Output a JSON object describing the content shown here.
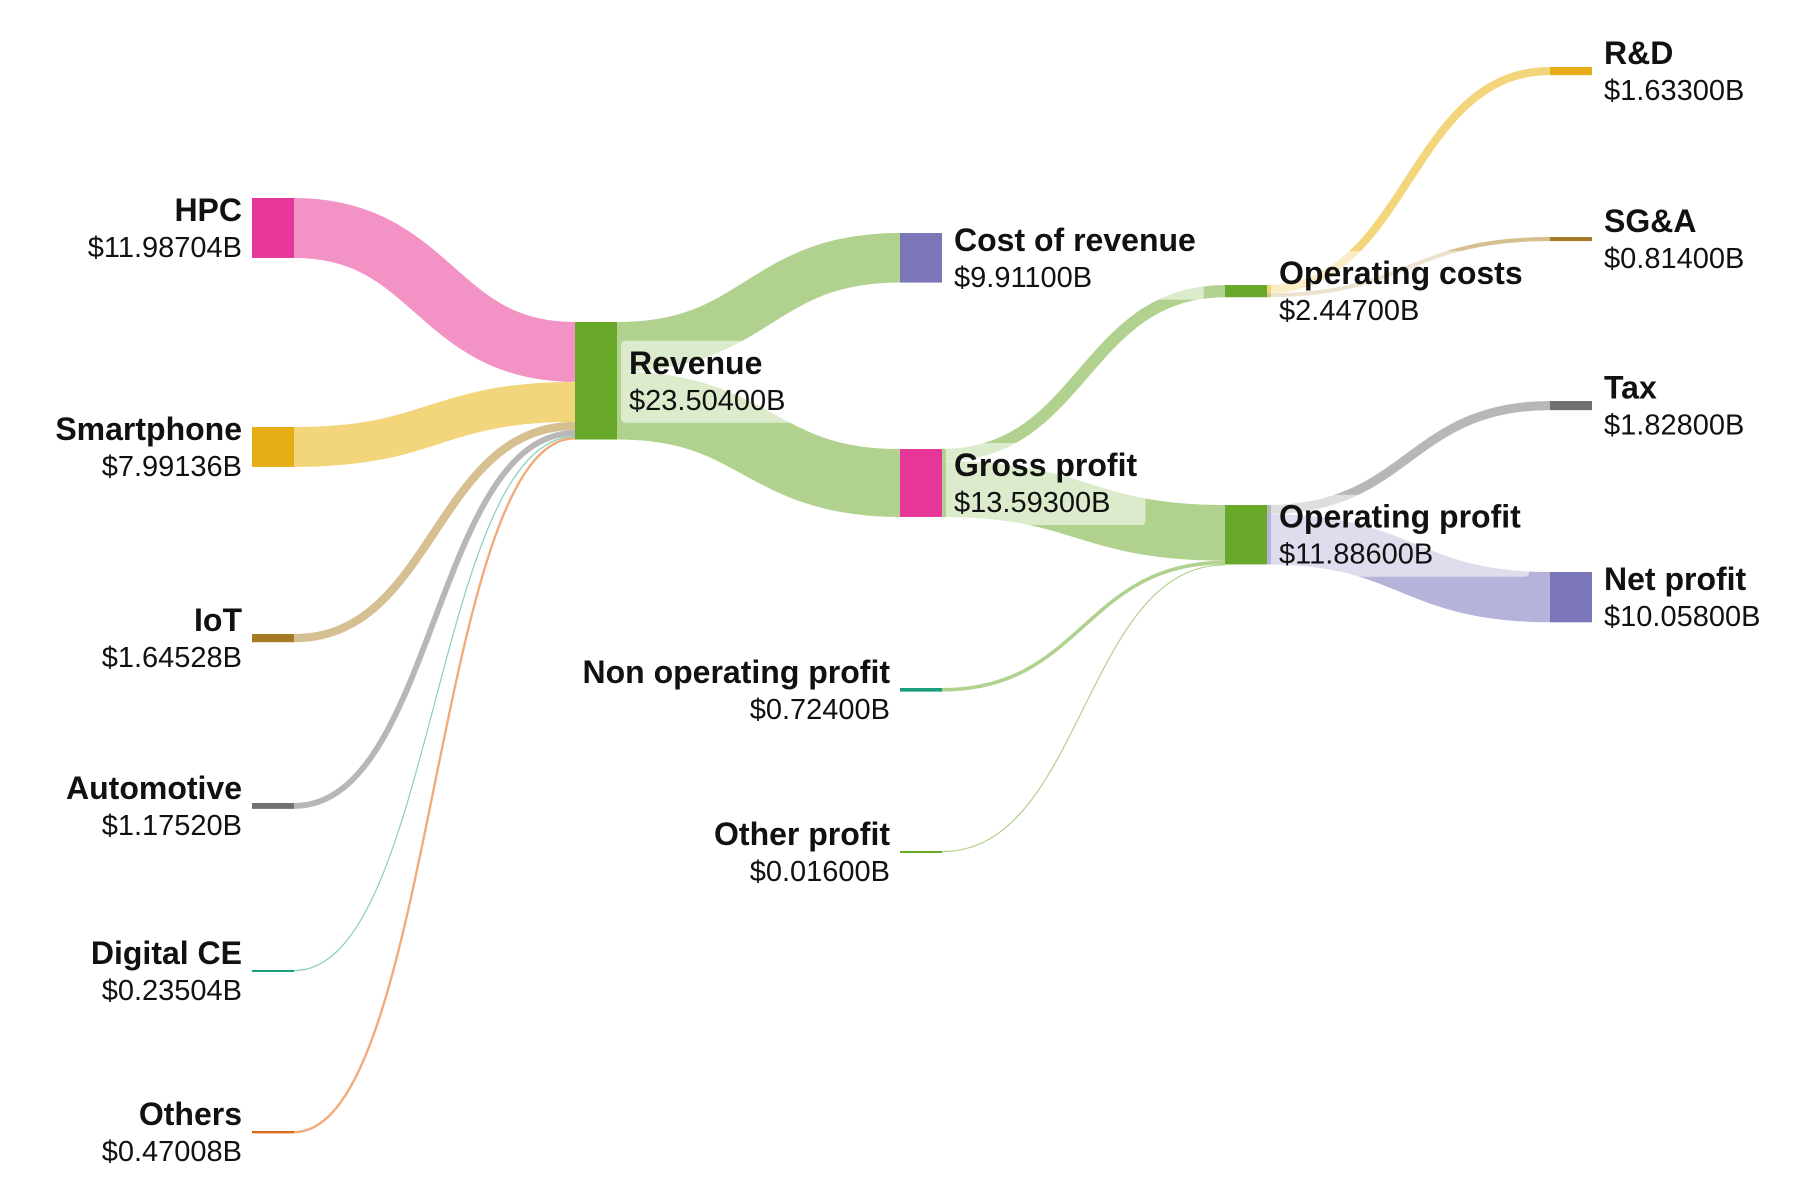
{
  "chart_data": {
    "type": "sankey",
    "unit_prefix": "$",
    "unit_suffix": "B",
    "nodes": [
      {
        "id": "hpc",
        "name": "HPC",
        "value": "$11.98704B",
        "amount": 11.98704,
        "color": "#e7369a",
        "column": 0,
        "label_side": "left"
      },
      {
        "id": "smartphone",
        "name": "Smartphone",
        "value": "$7.99136B",
        "amount": 7.99136,
        "color": "#e6ad16",
        "column": 0,
        "label_side": "left"
      },
      {
        "id": "iot",
        "name": "IoT",
        "value": "$1.64528B",
        "amount": 1.64528,
        "color": "#a67b28",
        "column": 0,
        "label_side": "left"
      },
      {
        "id": "automotive",
        "name": "Automotive",
        "value": "$1.17520B",
        "amount": 1.1752,
        "color": "#707070",
        "column": 0,
        "label_side": "left"
      },
      {
        "id": "digitalce",
        "name": "Digital CE",
        "value": "$0.23504B",
        "amount": 0.23504,
        "color": "#1c9e7c",
        "column": 0,
        "label_side": "left"
      },
      {
        "id": "others",
        "name": "Others",
        "value": "$0.47008B",
        "amount": 0.47008,
        "color": "#d96a19",
        "column": 0,
        "label_side": "left"
      },
      {
        "id": "revenue",
        "name": "Revenue",
        "value": "$23.50400B",
        "amount": 23.504,
        "color": "#68a929",
        "column": 1,
        "label_side": "right"
      },
      {
        "id": "cor",
        "name": "Cost of revenue",
        "value": "$9.91100B",
        "amount": 9.911,
        "color": "#7b76b8",
        "column": 2,
        "label_side": "right"
      },
      {
        "id": "gross",
        "name": "Gross profit",
        "value": "$13.59300B",
        "amount": 13.593,
        "color": "#e7369a",
        "column": 2,
        "label_side": "right"
      },
      {
        "id": "nonop",
        "name": "Non operating profit",
        "value": "$0.72400B",
        "amount": 0.724,
        "color": "#1c9e7c",
        "column": 2,
        "label_side": "left"
      },
      {
        "id": "otherp",
        "name": "Other profit",
        "value": "$0.01600B",
        "amount": 0.016,
        "color": "#68a929",
        "column": 2,
        "label_side": "left"
      },
      {
        "id": "opcosts",
        "name": "Operating costs",
        "value": "$2.44700B",
        "amount": 2.447,
        "color": "#68a929",
        "column": 3,
        "label_side": "right"
      },
      {
        "id": "opprofit",
        "name": "Operating profit",
        "value": "$11.88600B",
        "amount": 11.886,
        "color": "#68a929",
        "column": 3,
        "label_side": "right"
      },
      {
        "id": "rd",
        "name": "R&D",
        "value": "$1.63300B",
        "amount": 1.633,
        "color": "#e6ad16",
        "column": 4,
        "label_side": "right"
      },
      {
        "id": "sga",
        "name": "SG&A",
        "value": "$0.81400B",
        "amount": 0.814,
        "color": "#a67b28",
        "column": 4,
        "label_side": "right"
      },
      {
        "id": "tax",
        "name": "Tax",
        "value": "$1.82800B",
        "amount": 1.828,
        "color": "#707070",
        "column": 4,
        "label_side": "right"
      },
      {
        "id": "netprofit",
        "name": "Net profit",
        "value": "$10.05800B",
        "amount": 10.058,
        "color": "#7b76b8",
        "column": 4,
        "label_side": "right"
      }
    ],
    "links": [
      {
        "source": "hpc",
        "target": "revenue",
        "value": 11.98704,
        "color": "#f28cc2"
      },
      {
        "source": "smartphone",
        "target": "revenue",
        "value": 7.99136,
        "color": "#f2d375"
      },
      {
        "source": "iot",
        "target": "revenue",
        "value": 1.64528,
        "color": "#d4bc8a"
      },
      {
        "source": "automotive",
        "target": "revenue",
        "value": 1.1752,
        "color": "#b3b3b3"
      },
      {
        "source": "digitalce",
        "target": "revenue",
        "value": 0.23504,
        "color": "#7fcdb6"
      },
      {
        "source": "others",
        "target": "revenue",
        "value": 0.47008,
        "color": "#f0a673"
      },
      {
        "source": "revenue",
        "target": "cor",
        "value": 9.911,
        "color": "#acd088"
      },
      {
        "source": "revenue",
        "target": "gross",
        "value": 13.593,
        "color": "#acd088"
      },
      {
        "source": "gross",
        "target": "opcosts",
        "value": 2.447,
        "color": "#acd088"
      },
      {
        "source": "gross",
        "target": "opprofit",
        "value": 11.146,
        "color": "#acd088"
      },
      {
        "source": "nonop",
        "target": "opprofit",
        "value": 0.724,
        "color": "#acd088"
      },
      {
        "source": "otherp",
        "target": "opprofit",
        "value": 0.016,
        "color": "#acd088"
      },
      {
        "source": "opcosts",
        "target": "rd",
        "value": 1.633,
        "color": "#f2d375"
      },
      {
        "source": "opcosts",
        "target": "sga",
        "value": 0.814,
        "color": "#d4bc8a"
      },
      {
        "source": "opprofit",
        "target": "tax",
        "value": 1.828,
        "color": "#b3b3b3"
      },
      {
        "source": "opprofit",
        "target": "netprofit",
        "value": 10.058,
        "color": "#b1afd7"
      }
    ]
  }
}
